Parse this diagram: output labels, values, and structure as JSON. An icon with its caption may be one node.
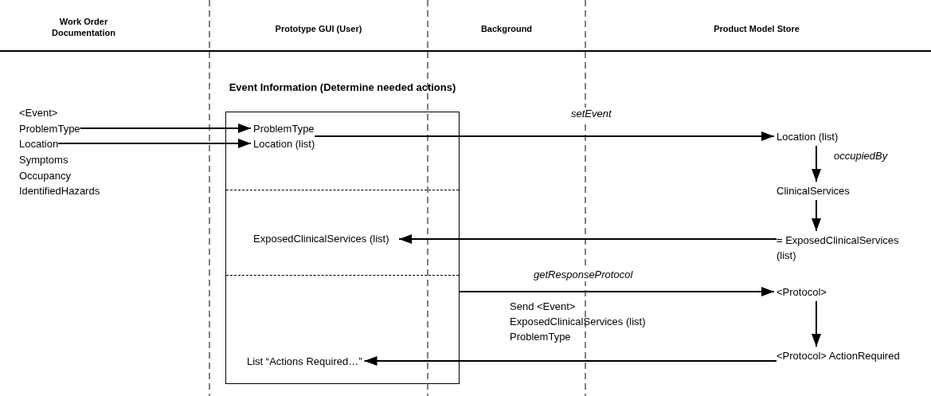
{
  "diagram": {
    "nodes": [
      {
        "text": [
          "ProblemType"
        ]
      },
      {
        "text": [
          "Location"
        ]
      },
      {
        "text": [
          "Event Information (Determine needed actions)"
        ]
      },
      {
        "text": [
          "ProblemType"
        ],
        "in": 2
      },
      {
        "text": [
          "Location (list)"
        ],
        "in": 2
      },
      {
        "text": [
          "ExposedClinicalServices (list)"
        ],
        "in": 2
      },
      {
        "text": [
          "List “Actions Required…”"
        ],
        "in": 2
      },
      {
        "text": [
          "Location (list)"
        ]
      },
      {
        "text": [
          "ClinicalServices"
        ]
      },
      {
        "text": [
          "= ExposedClinicalServices (list)"
        ]
      },
      {
        "text": [
          "<Protocol>"
        ]
      },
      {
        "text": [
          "<Protocol> ActionRequired"
        ]
      }
    ],
    "edges": [
      {
        "from": 0,
        "to": 3,
        "arrow": "to"
      },
      {
        "from": 1,
        "to": 4,
        "arrow": "to"
      },
      {
        "from": 4,
        "to": 7,
        "arrow": "to",
        "label": "setEvent"
      },
      {
        "from": 7,
        "to": 8,
        "arrow": "to",
        "label": "occupiedBy"
      },
      {
        "from": 8,
        "to": 9,
        "arrow": "to"
      },
      {
        "from": 9,
        "to": 5,
        "arrow": "to"
      },
      {
        "from": 2,
        "to": 10,
        "arrow": "to",
        "label": "getResponseProtocol"
      },
      {
        "from": 10,
        "to": 11,
        "arrow": "to"
      },
      {
        "from": 11,
        "to": 6,
        "arrow": "to"
      }
    ],
    "labels": [
      "Work Order Documentation",
      "Prototype GUI (User)",
      "Background",
      "Product Model Store",
      "<Event>",
      "Symptoms",
      "Occupancy",
      "IdentifiedHazards",
      "Send <Event> ExposedClinicalServices (list) ProblemType"
    ]
  }
}
